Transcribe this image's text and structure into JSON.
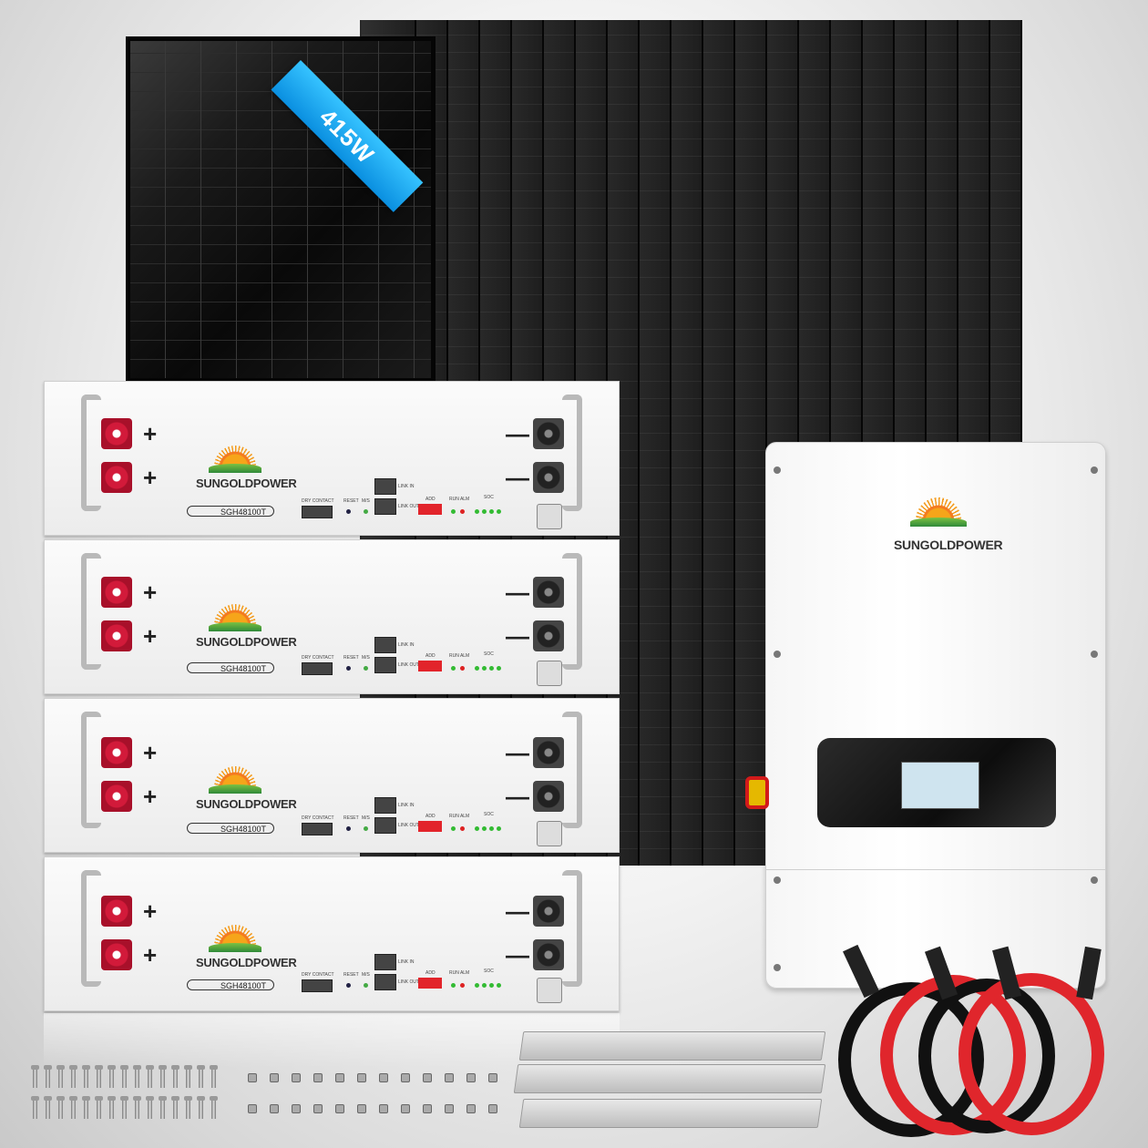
{
  "solar_panel": {
    "power_badge": "415W"
  },
  "brand": {
    "name": "SUNGOLDPOWER",
    "name_bold": "SUNGOLD",
    "name_light": "POWER"
  },
  "battery": {
    "model": "SGH48100T",
    "labels": {
      "dry_contact": "DRY CONTACT",
      "reset": "RESET",
      "ms": "M/S",
      "link_in": "LINK IN",
      "link_out": "LINK OUT",
      "add": "ADD",
      "run_alm": "RUN ALM",
      "soc": "SOC"
    },
    "positive": "+",
    "negative": "—"
  },
  "colors": {
    "badge": "#1aa6f0",
    "terminal_red": "#d21a3a",
    "cable_red": "#e0262c",
    "cable_black": "#111111"
  }
}
